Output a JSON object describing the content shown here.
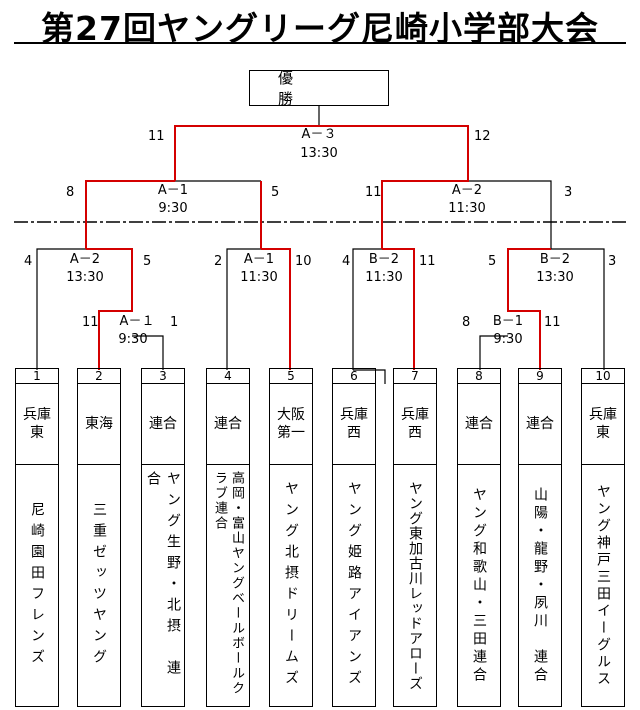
{
  "title": "第27回ヤングリーグ尼崎小学部大会",
  "winner_label": "優　勝",
  "colors": {
    "winner_path": "#d40000",
    "line": "#000000"
  },
  "teams": [
    {
      "no": "1",
      "pref": "兵庫東",
      "name": "尼崎園田フレンズ"
    },
    {
      "no": "2",
      "pref": "東海",
      "name": "三重ゼッツヤング"
    },
    {
      "no": "3",
      "pref": "連合",
      "name": "ヤング生野・北摂　連合"
    },
    {
      "no": "4",
      "pref": "連合",
      "name": "高岡・富山ヤングベールボールクラブ連合"
    },
    {
      "no": "5",
      "pref": "大阪第一",
      "name": "ヤング北摂ドリームズ"
    },
    {
      "no": "6",
      "pref": "兵庫西",
      "name": "ヤング姫路アイアンズ"
    },
    {
      "no": "7",
      "pref": "兵庫西",
      "name": "ヤング東加古川レッドアローズ"
    },
    {
      "no": "8",
      "pref": "連合",
      "name": "ヤング和歌山・三田連合"
    },
    {
      "no": "9",
      "pref": "連合",
      "name": "山陽・龍野・夙川　連合"
    },
    {
      "no": "10",
      "pref": "兵庫東",
      "name": "ヤング神戸三田イーグルス"
    }
  ],
  "matches": {
    "a1_r1": {
      "court": "A－１",
      "time": "9:30",
      "score_left": "11",
      "score_right": "1"
    },
    "a2": {
      "court": "A－2",
      "time": "13:30",
      "score_left": "4",
      "score_right": "5"
    },
    "a1_r2": {
      "court": "A－1",
      "time": "11:30",
      "score_left": "2",
      "score_right": "10"
    },
    "b2_l": {
      "court": "B－2",
      "time": "11:30",
      "score_left": "4",
      "score_right": "11"
    },
    "b1": {
      "court": "B－1",
      "time": "9:30",
      "score_left": "8",
      "score_right": "11"
    },
    "b2_r": {
      "court": "B－2",
      "time": "13:30",
      "score_left": "5",
      "score_right": "3"
    },
    "semi_left": {
      "court": "A－1",
      "time": "9:30",
      "score_left": "8",
      "score_right": "5"
    },
    "semi_right": {
      "court": "A－2",
      "time": "11:30",
      "score_left": "11",
      "score_right": "3"
    },
    "final": {
      "court": "A－３",
      "time": "13:30",
      "score_left": "11",
      "score_right": "12"
    }
  }
}
